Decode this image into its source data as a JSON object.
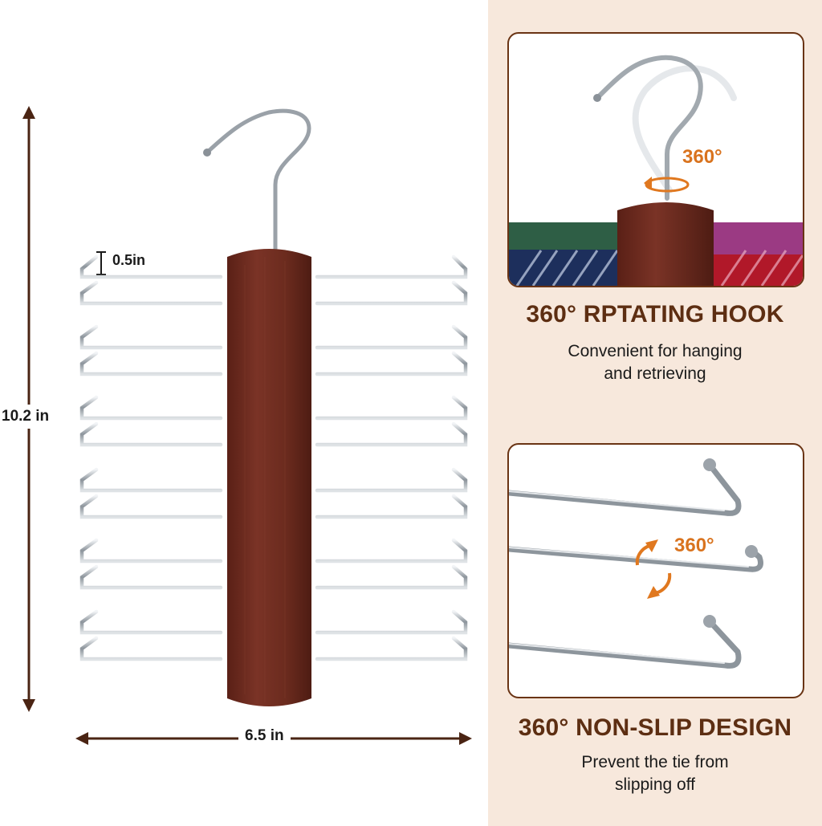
{
  "dimensions": {
    "height_label": "10.2 in",
    "width_label": "6.5 in",
    "spacing_label": "0.5in"
  },
  "feature_rotating_hook": {
    "rotation_label": "360°",
    "title": "360° RPTATING HOOK",
    "description_line1": "Convenient for hanging",
    "description_line2": "and retrieving"
  },
  "feature_non_slip": {
    "rotation_label": "360°",
    "title": "360° NON-SLIP DESIGN",
    "description_line1": "Prevent the tie from",
    "description_line2": "slipping off"
  },
  "colors": {
    "wood": "#6e2c1e",
    "accent_brown": "#5d2e12",
    "beige_background": "#f7e8dc",
    "rotation_orange": "#e0781f",
    "chrome": "#b9bfc5"
  }
}
